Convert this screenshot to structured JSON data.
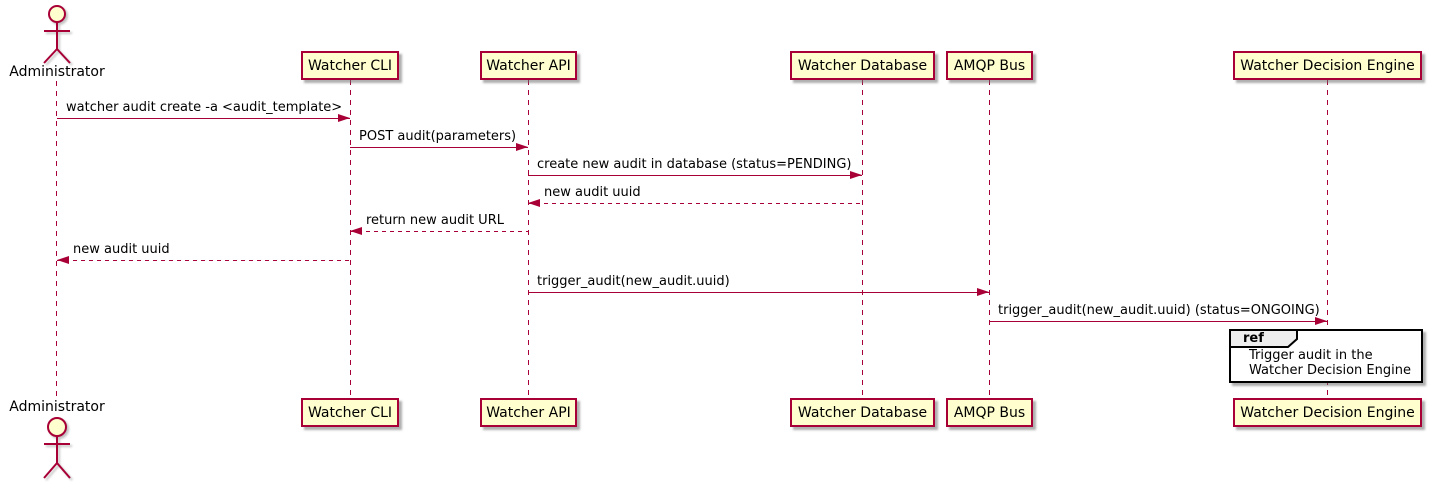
{
  "diagram_type": "uml-sequence",
  "participants": [
    {
      "id": "administrator",
      "label": "Administrator",
      "type": "actor"
    },
    {
      "id": "watcher-cli",
      "label": "Watcher CLI",
      "type": "participant"
    },
    {
      "id": "watcher-api",
      "label": "Watcher API",
      "type": "participant"
    },
    {
      "id": "watcher-database",
      "label": "Watcher Database",
      "type": "participant"
    },
    {
      "id": "amqp-bus",
      "label": "AMQP Bus",
      "type": "participant"
    },
    {
      "id": "watcher-decision-engine",
      "label": "Watcher Decision Engine",
      "type": "participant"
    }
  ],
  "messages": [
    {
      "from": "Administrator",
      "to": "Watcher CLI",
      "text": "watcher audit create -a <audit_template>",
      "line": "solid",
      "direction": "right"
    },
    {
      "from": "Watcher CLI",
      "to": "Watcher API",
      "text": "POST audit(parameters)",
      "line": "solid",
      "direction": "right"
    },
    {
      "from": "Watcher API",
      "to": "Watcher Database",
      "text": "create new audit in database (status=PENDING)",
      "line": "solid",
      "direction": "right"
    },
    {
      "from": "Watcher Database",
      "to": "Watcher API",
      "text": "new audit uuid",
      "line": "dashed",
      "direction": "left"
    },
    {
      "from": "Watcher API",
      "to": "Watcher CLI",
      "text": "return new audit URL",
      "line": "dashed",
      "direction": "left"
    },
    {
      "from": "Watcher CLI",
      "to": "Administrator",
      "text": "new audit uuid",
      "line": "dashed",
      "direction": "left"
    },
    {
      "from": "Watcher API",
      "to": "AMQP Bus",
      "text": "trigger_audit(new_audit.uuid)",
      "line": "solid",
      "direction": "right"
    },
    {
      "from": "AMQP Bus",
      "to": "Watcher Decision Engine",
      "text": "trigger_audit(new_audit.uuid) (status=ONGOING)",
      "line": "solid",
      "direction": "right"
    }
  ],
  "ref_fragment": {
    "keyword": "ref",
    "over": "Watcher Decision Engine",
    "lines": {
      "0": "Trigger audit in the",
      "1": "Watcher Decision Engine"
    }
  },
  "colors": {
    "participant_fill": "#FEFECE",
    "participant_border": "#A80036",
    "arrow_line": "#A80036",
    "lifeline": "#A80036",
    "text": "#000000",
    "ref_border": "#000000",
    "ref_tab_fill": "#EEEEEE",
    "background": "#FFFFFF"
  }
}
